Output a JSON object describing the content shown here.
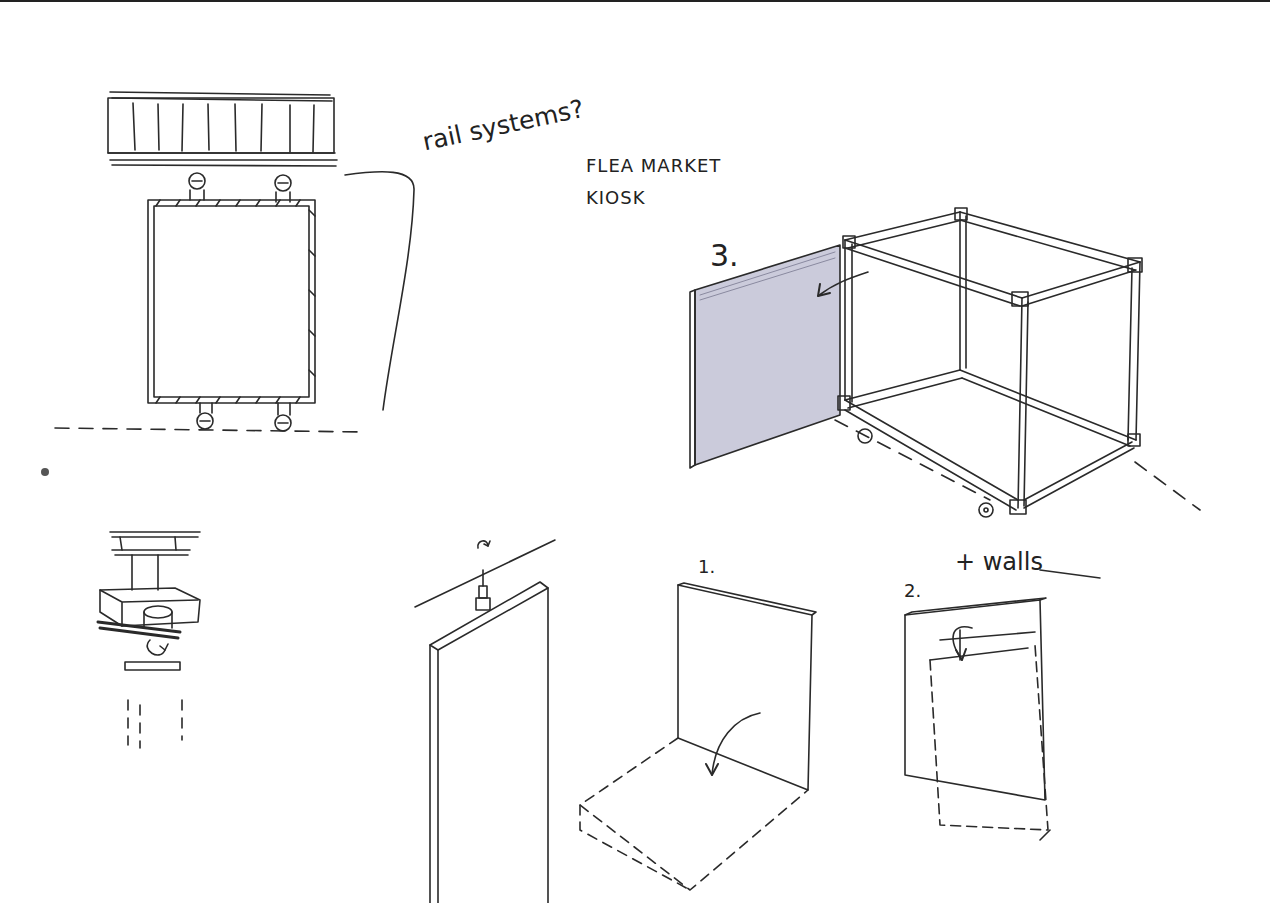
{
  "diagram": {
    "labels": [
      "rail systems?",
      "FLEA MARKET KIOSK",
      "3.",
      "1.",
      "2.",
      "+ walls"
    ]
  }
}
